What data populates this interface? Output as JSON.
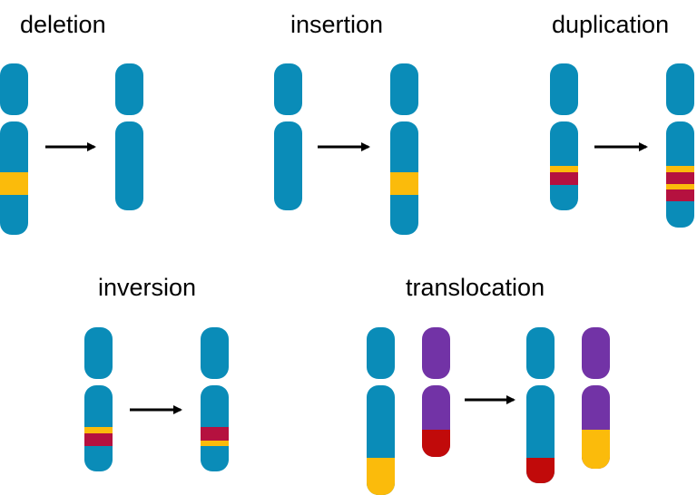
{
  "colors": {
    "chromosome": "#0a8cb8",
    "yellow": "#fbbb0b",
    "crimson": "#b5113f",
    "purple": "#7233a6",
    "red": "#c10a0a",
    "arrow": "#000000"
  },
  "panels": {
    "deletion": {
      "label": "deletion",
      "before": {
        "bands": [
          "yellow"
        ]
      },
      "after": {
        "bands": []
      }
    },
    "insertion": {
      "label": "insertion",
      "before": {
        "bands": []
      },
      "after": {
        "bands": [
          "yellow"
        ]
      }
    },
    "duplication": {
      "label": "duplication",
      "before": {
        "bands": [
          "yellow",
          "crimson"
        ]
      },
      "after": {
        "bands": [
          "yellow",
          "crimson",
          "yellow",
          "crimson"
        ]
      }
    },
    "inversion": {
      "label": "inversion",
      "before": {
        "bands": [
          "yellow",
          "crimson"
        ]
      },
      "after": {
        "bands": [
          "crimson",
          "yellow"
        ]
      }
    },
    "translocation": {
      "label": "translocation",
      "before": {
        "chromosomes": [
          [
            "chromosome",
            "yellow"
          ],
          [
            "purple",
            "red"
          ]
        ]
      },
      "after": {
        "chromosomes": [
          [
            "chromosome",
            "red"
          ],
          [
            "purple",
            "yellow"
          ]
        ]
      }
    }
  }
}
